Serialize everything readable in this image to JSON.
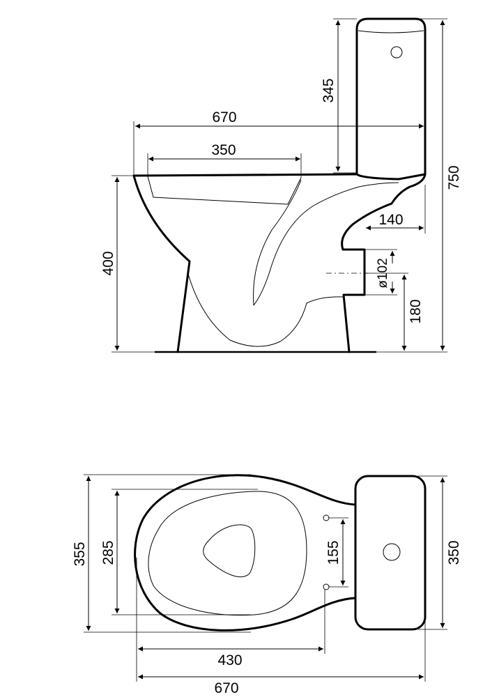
{
  "side_view": {
    "labels": {
      "total_length": "670",
      "seat_opening": "350",
      "tank_height": "345",
      "total_height": "750",
      "bowl_height": "400",
      "outlet_setback": "140",
      "outlet_diameter": "ø102",
      "outlet_height": "180"
    }
  },
  "top_view": {
    "labels": {
      "bowl_width": "355",
      "inner_width": "285",
      "bolt_spacing": "155",
      "tank_width": "350",
      "bowl_length": "430",
      "total_length": "670"
    }
  }
}
